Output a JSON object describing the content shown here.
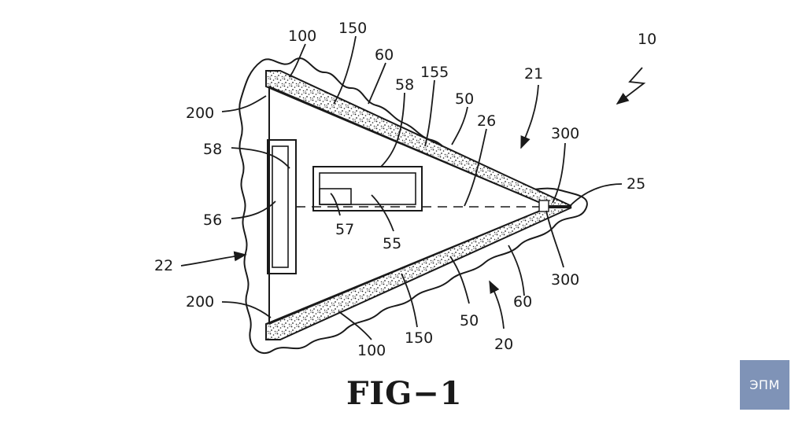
{
  "figure": {
    "caption": "FIG−1"
  },
  "labels": {
    "n10": "10",
    "n21": "21",
    "n25": "25",
    "n26": "26",
    "n300_top": "300",
    "n300_bot": "300",
    "n100_top": "100",
    "n150_top": "150",
    "n60_top": "60",
    "n155": "155",
    "n58_top": "58",
    "n50_top": "50",
    "n200_top": "200",
    "n58_left": "58",
    "n56": "56",
    "n22": "22",
    "n57": "57",
    "n55": "55",
    "n200_bot": "200",
    "n100_bot": "100",
    "n150_bot": "150",
    "n50_bot": "50",
    "n60_bot": "60",
    "n20": "20"
  },
  "badge": {
    "text": "ЭПМ"
  }
}
